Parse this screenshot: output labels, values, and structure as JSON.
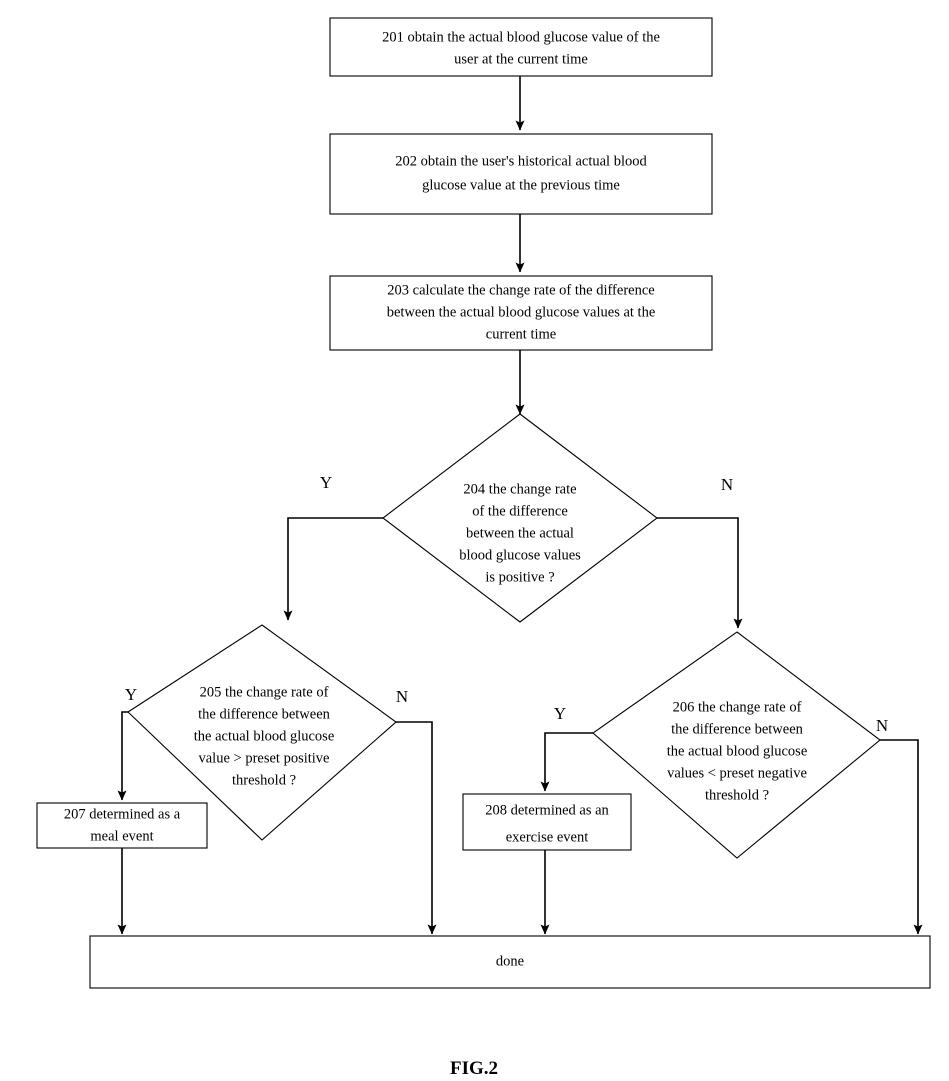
{
  "figure": {
    "caption": "FIG.2"
  },
  "diagram": {
    "type": "flowchart",
    "title": "Blood glucose change-rate event determination flowchart",
    "nodes": [
      {
        "id": "201",
        "shape": "process",
        "lines": [
          "201 obtain the actual blood glucose value of the",
          "user at the current time"
        ],
        "text": "201 obtain the actual blood glucose value of the user at the current time"
      },
      {
        "id": "202",
        "shape": "process",
        "lines": [
          "202 obtain the user's historical actual blood",
          "glucose value at the previous time"
        ],
        "text": "202 obtain the user's historical actual blood glucose value at the previous time"
      },
      {
        "id": "203",
        "shape": "process",
        "lines": [
          "203 calculate the change rate of the difference",
          "between the actual blood glucose values at the",
          "current time"
        ],
        "text": "203 calculate the change rate of the difference between the actual blood glucose values at the current time"
      },
      {
        "id": "204",
        "shape": "decision",
        "lines": [
          "204  the change rate",
          "of the difference",
          "between the actual",
          "blood glucose values",
          "is positive ?"
        ],
        "text": "204 the change rate of the difference between the actual blood glucose values is positive ?"
      },
      {
        "id": "205",
        "shape": "decision",
        "lines": [
          "205  the change rate of",
          "the difference between",
          "the actual blood glucose",
          "value > preset positive",
          "threshold ?"
        ],
        "text": "205 the change rate of the difference between the actual blood glucose value > preset positive threshold ?"
      },
      {
        "id": "206",
        "shape": "decision",
        "lines": [
          "206  the change rate of",
          "the difference between",
          "the actual blood glucose",
          "values < preset negative",
          "threshold ?"
        ],
        "text": "206 the change rate of the difference between the actual blood glucose values < preset negative threshold ?"
      },
      {
        "id": "207",
        "shape": "process",
        "lines": [
          "207 determined  as a",
          "meal event"
        ],
        "text": "207 determined as a meal event"
      },
      {
        "id": "208",
        "shape": "process",
        "lines": [
          "208 determined as an",
          "exercise event"
        ],
        "text": "208 determined as an exercise event"
      },
      {
        "id": "done",
        "shape": "terminator",
        "lines": [
          "done"
        ],
        "text": "done"
      }
    ],
    "branch_labels": [
      {
        "id": "b204-yes",
        "label": "Y",
        "from": "204",
        "side": "left"
      },
      {
        "id": "b204-no",
        "label": "N",
        "from": "204",
        "side": "right"
      },
      {
        "id": "b205-yes",
        "label": "Y",
        "from": "205",
        "side": "left"
      },
      {
        "id": "b205-no",
        "label": "N",
        "from": "205",
        "side": "right"
      },
      {
        "id": "b206-yes",
        "label": "Y",
        "from": "206",
        "side": "left"
      },
      {
        "id": "b206-no",
        "label": "N",
        "from": "206",
        "side": "right"
      }
    ],
    "colors": {
      "stroke": "#000000",
      "fill": "#ffffff",
      "background": "#ffffff"
    }
  }
}
